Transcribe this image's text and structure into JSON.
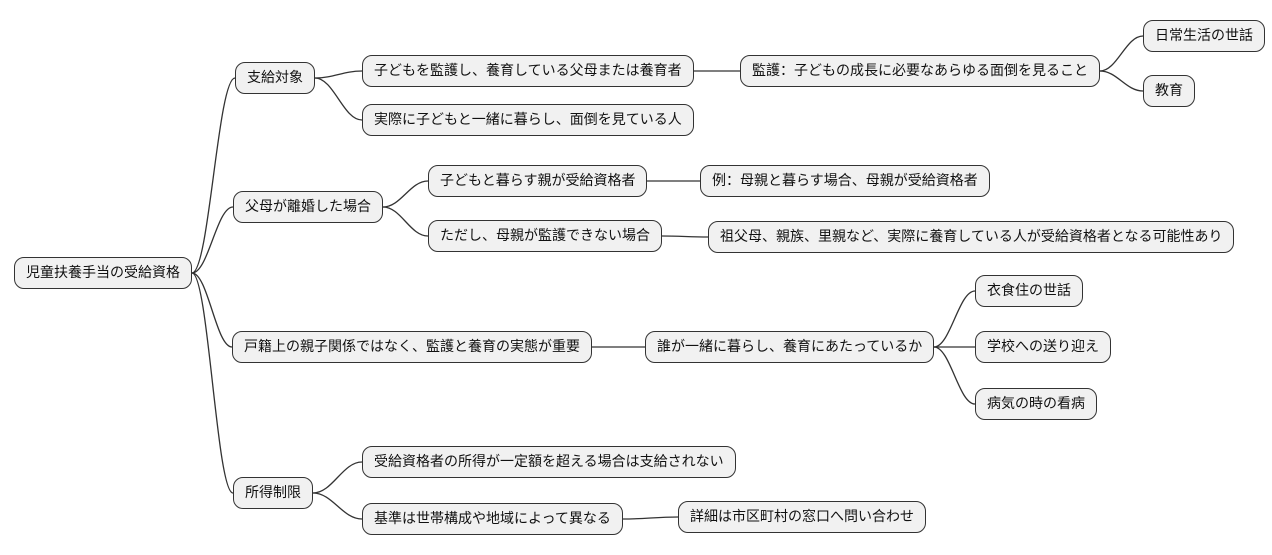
{
  "colors": {
    "background": "#ffffff",
    "node_fill": "#f1f1f1",
    "node_border": "#333333",
    "link": "#333333",
    "text": "#111111"
  },
  "mindmap": {
    "root": {
      "label": "児童扶養手当の受給資格",
      "children": [
        {
          "label": "支給対象",
          "children": [
            {
              "label": "子どもを監護し、養育している父母または養育者",
              "children": [
                {
                  "label": "監護：子どもの成長に必要なあらゆる面倒を見ること",
                  "children": [
                    {
                      "label": "日常生活の世話"
                    },
                    {
                      "label": "教育"
                    }
                  ]
                }
              ]
            },
            {
              "label": "実際に子どもと一緒に暮らし、面倒を見ている人"
            }
          ]
        },
        {
          "label": "父母が離婚した場合",
          "children": [
            {
              "label": "子どもと暮らす親が受給資格者",
              "children": [
                {
                  "label": "例：母親と暮らす場合、母親が受給資格者"
                }
              ]
            },
            {
              "label": "ただし、母親が監護できない場合",
              "children": [
                {
                  "label": "祖父母、親族、里親など、実際に養育している人が受給資格者となる可能性あり"
                }
              ]
            }
          ]
        },
        {
          "label": "戸籍上の親子関係ではなく、監護と養育の実態が重要",
          "children": [
            {
              "label": "誰が一緒に暮らし、養育にあたっているか",
              "children": [
                {
                  "label": "衣食住の世話"
                },
                {
                  "label": "学校への送り迎え"
                },
                {
                  "label": "病気の時の看病"
                }
              ]
            }
          ]
        },
        {
          "label": "所得制限",
          "children": [
            {
              "label": "受給資格者の所得が一定額を超える場合は支給されない"
            },
            {
              "label": "基準は世帯構成や地域によって異なる",
              "children": [
                {
                  "label": "詳細は市区町村の窓口へ問い合わせ"
                }
              ]
            }
          ]
        }
      ]
    }
  }
}
